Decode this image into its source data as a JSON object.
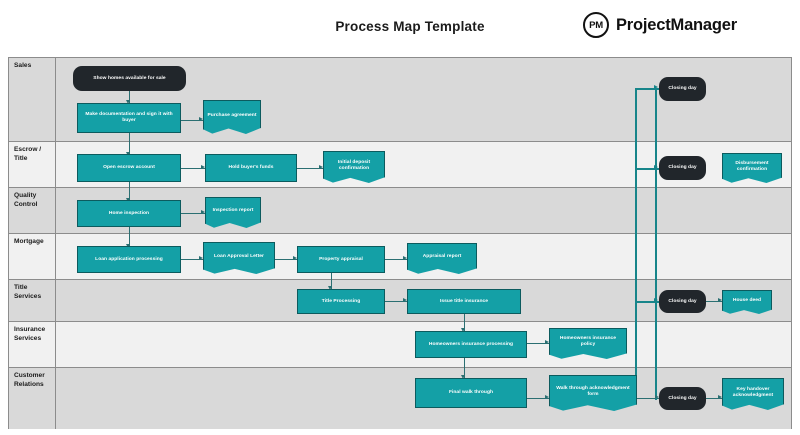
{
  "header": {
    "title": "Process Map Template",
    "brand_mark": "PM",
    "brand_name": "ProjectManager"
  },
  "colors": {
    "process_fill": "#14a0a6",
    "process_stroke": "#0c5b5e",
    "terminator_fill": "#21262b",
    "connector": "#2b6f72",
    "lane_dark": "#d9d9d9",
    "lane_light": "#f1f1f1",
    "board_border": "#8c8c8c",
    "text_on_shape": "#ffffff"
  },
  "lanes": [
    {
      "label": "Sales"
    },
    {
      "label": "Escrow / Title"
    },
    {
      "label": "Quality Control"
    },
    {
      "label": "Mortgage"
    },
    {
      "label": "Title Services"
    },
    {
      "label": "Insurance Services"
    },
    {
      "label": "Customer Relations"
    }
  ],
  "nodes": [
    {
      "id": "show-homes",
      "lane": "Sales",
      "shape": "terminator",
      "label": "Show homes available for sale"
    },
    {
      "id": "make-documentation",
      "lane": "Sales",
      "shape": "process",
      "label": "Make documentation and sign it with buyer"
    },
    {
      "id": "purchase-agreement",
      "lane": "Sales",
      "shape": "document",
      "label": "Purchase agreement"
    },
    {
      "id": "closing-day-sales",
      "lane": "Sales",
      "shape": "terminator",
      "label": "Closing day"
    },
    {
      "id": "open-escrow-account",
      "lane": "Escrow / Title",
      "shape": "process",
      "label": "Open escrow account"
    },
    {
      "id": "hold-buyers-funds",
      "lane": "Escrow / Title",
      "shape": "process",
      "label": "Hold buyer's funds"
    },
    {
      "id": "initial-deposit-confirmation",
      "lane": "Escrow / Title",
      "shape": "document",
      "label": "Initial deposit confirmation"
    },
    {
      "id": "closing-day-escrow",
      "lane": "Escrow / Title",
      "shape": "terminator",
      "label": "Closing day"
    },
    {
      "id": "disbursement-confirmation",
      "lane": "Escrow / Title",
      "shape": "document",
      "label": "Disbursement confirmation"
    },
    {
      "id": "home-inspection",
      "lane": "Quality Control",
      "shape": "process",
      "label": "Home inspection"
    },
    {
      "id": "inspection-report",
      "lane": "Quality Control",
      "shape": "document",
      "label": "Inspection report"
    },
    {
      "id": "loan-application-processing",
      "lane": "Mortgage",
      "shape": "process",
      "label": "Loan application processing"
    },
    {
      "id": "loan-approval-letter",
      "lane": "Mortgage",
      "shape": "document",
      "label": "Loan Approval Letter"
    },
    {
      "id": "property-appraisal",
      "lane": "Mortgage",
      "shape": "process",
      "label": "Property appraisal"
    },
    {
      "id": "appraisal-report",
      "lane": "Mortgage",
      "shape": "document",
      "label": "Appraisal report"
    },
    {
      "id": "title-processing",
      "lane": "Title Services",
      "shape": "process",
      "label": "Title Processing"
    },
    {
      "id": "issue-title-insurance",
      "lane": "Title Services",
      "shape": "process",
      "label": "Issue title insurance"
    },
    {
      "id": "closing-day-title",
      "lane": "Title Services",
      "shape": "terminator",
      "label": "Closing day"
    },
    {
      "id": "house-deed",
      "lane": "Title Services",
      "shape": "document",
      "label": "House deed"
    },
    {
      "id": "homeowners-insurance-processing",
      "lane": "Insurance Services",
      "shape": "process",
      "label": "Homeowners insurance processing"
    },
    {
      "id": "homeowners-insurance-policy",
      "lane": "Insurance Services",
      "shape": "document",
      "label": "Homeowners insurance policy"
    },
    {
      "id": "final-walk-through",
      "lane": "Customer Relations",
      "shape": "process",
      "label": "Final walk through"
    },
    {
      "id": "walk-through-ack-form",
      "lane": "Customer Relations",
      "shape": "document",
      "label": "Walk through acknowledgment form"
    },
    {
      "id": "closing-day-customer",
      "lane": "Customer Relations",
      "shape": "terminator",
      "label": "Closing day"
    },
    {
      "id": "key-handover-ack",
      "lane": "Customer Relations",
      "shape": "document",
      "label": "Key handover acknowledgment"
    }
  ]
}
